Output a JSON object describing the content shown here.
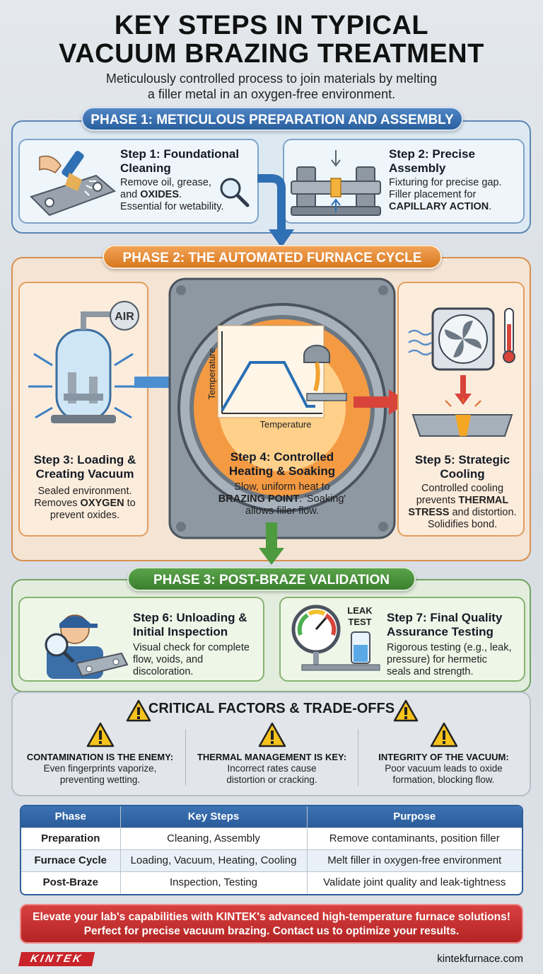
{
  "header": {
    "title_line1": "KEY STEPS IN TYPICAL",
    "title_line2": "VACUUM BRAZING TREATMENT",
    "subtitle_line1": "Meticulously controlled process to join materials by melting",
    "subtitle_line2": "a filler metal in an oxygen-free environment."
  },
  "phases": {
    "p1": "PHASE 1: METICULOUS PREPARATION AND ASSEMBLY",
    "p2": "PHASE 2: THE AUTOMATED FURNACE CYCLE",
    "p3": "PHASE 3: POST-BRAZE VALIDATION"
  },
  "steps": {
    "s1": {
      "t1": "Step 1: Foundational",
      "t2": "Cleaning",
      "b1": "Remove oil, grease,",
      "b2a": "and ",
      "b2b": "OXIDES",
      "b2c": ".",
      "b3": "Essential for wetability."
    },
    "s2": {
      "t1": "Step 2: Precise",
      "t2": "Assembly",
      "b1": "Fixturing for precise gap.",
      "b2": "Filler placement for",
      "b3": "CAPILLARY ACTION",
      "b3c": "."
    },
    "s3": {
      "t1": "Step 3: Loading &",
      "t2": "Creating Vacuum",
      "b1": "Sealed environment.",
      "b2a": "Removes ",
      "b2b": "OXYGEN",
      "b2c": " to",
      "b3": "prevent oxides.",
      "air": "AIR"
    },
    "s4": {
      "t1": "Step 4: Controlled",
      "t2": "Heating & Soaking",
      "b1": "Slow, uniform heat to",
      "b2a": "BRAZING POINT",
      "b2b": ". 'Soaking'",
      "b3": "allows filler flow.",
      "axis_y": "Temperature",
      "axis_x": "Temperature"
    },
    "s5": {
      "t1": "Step 5: Strategic",
      "t2": "Cooling",
      "b1": "Controlled cooling",
      "b2a": "prevents ",
      "b2b": "THERMAL",
      "b3a": "STRESS",
      "b3b": " and distortion.",
      "b4": "Solidifies bond."
    },
    "s6": {
      "t1": "Step 6: Unloading &",
      "t2": "Initial Inspection",
      "b1": "Visual check for complete",
      "b2": "flow, voids, and",
      "b3": "discoloration."
    },
    "s7": {
      "t1": "Step 7: Final Quality",
      "t2": "Assurance Testing",
      "b1": "Rigorous testing (e.g., leak,",
      "b2": "pressure) for hermetic",
      "b3": "seals and strength.",
      "gauge1": "LEAK",
      "gauge2": "TEST"
    }
  },
  "factors": {
    "title": "CRITICAL FACTORS & TRADE-OFFS",
    "items": [
      {
        "head": "CONTAMINATION IS THE ENEMY:",
        "b1": "Even fingerprints vaporize,",
        "b2": "preventing wetting."
      },
      {
        "head": "THERMAL MANAGEMENT IS KEY:",
        "b1": "Incorrect rates cause",
        "b2": "distortion or cracking."
      },
      {
        "head": "INTEGRITY OF THE VACUUM:",
        "b1": "Poor vacuum leads to oxide",
        "b2": "formation, blocking flow."
      }
    ]
  },
  "table": {
    "headers": [
      "Phase",
      "Key Steps",
      "Purpose"
    ],
    "rows": [
      [
        "Preparation",
        "Cleaning, Assembly",
        "Remove contaminants, position filler"
      ],
      [
        "Furnace Cycle",
        "Loading, Vacuum, Heating, Cooling",
        "Melt filler in oxygen-free environment"
      ],
      [
        "Post-Braze",
        "Inspection, Testing",
        "Validate joint quality and leak-tightness"
      ]
    ]
  },
  "cta": {
    "line1": "Elevate your lab's capabilities with KINTEK's advanced high-temperature furnace solutions!",
    "line2": "Perfect for precise vacuum brazing. Contact us to optimize your results."
  },
  "footer": {
    "logo": "KINTEK",
    "site": "kintekfurnace.com"
  },
  "colors": {
    "blue": "#2a5f9e",
    "orange": "#d7781f",
    "green": "#3a7f2e",
    "red": "#c8242a"
  }
}
